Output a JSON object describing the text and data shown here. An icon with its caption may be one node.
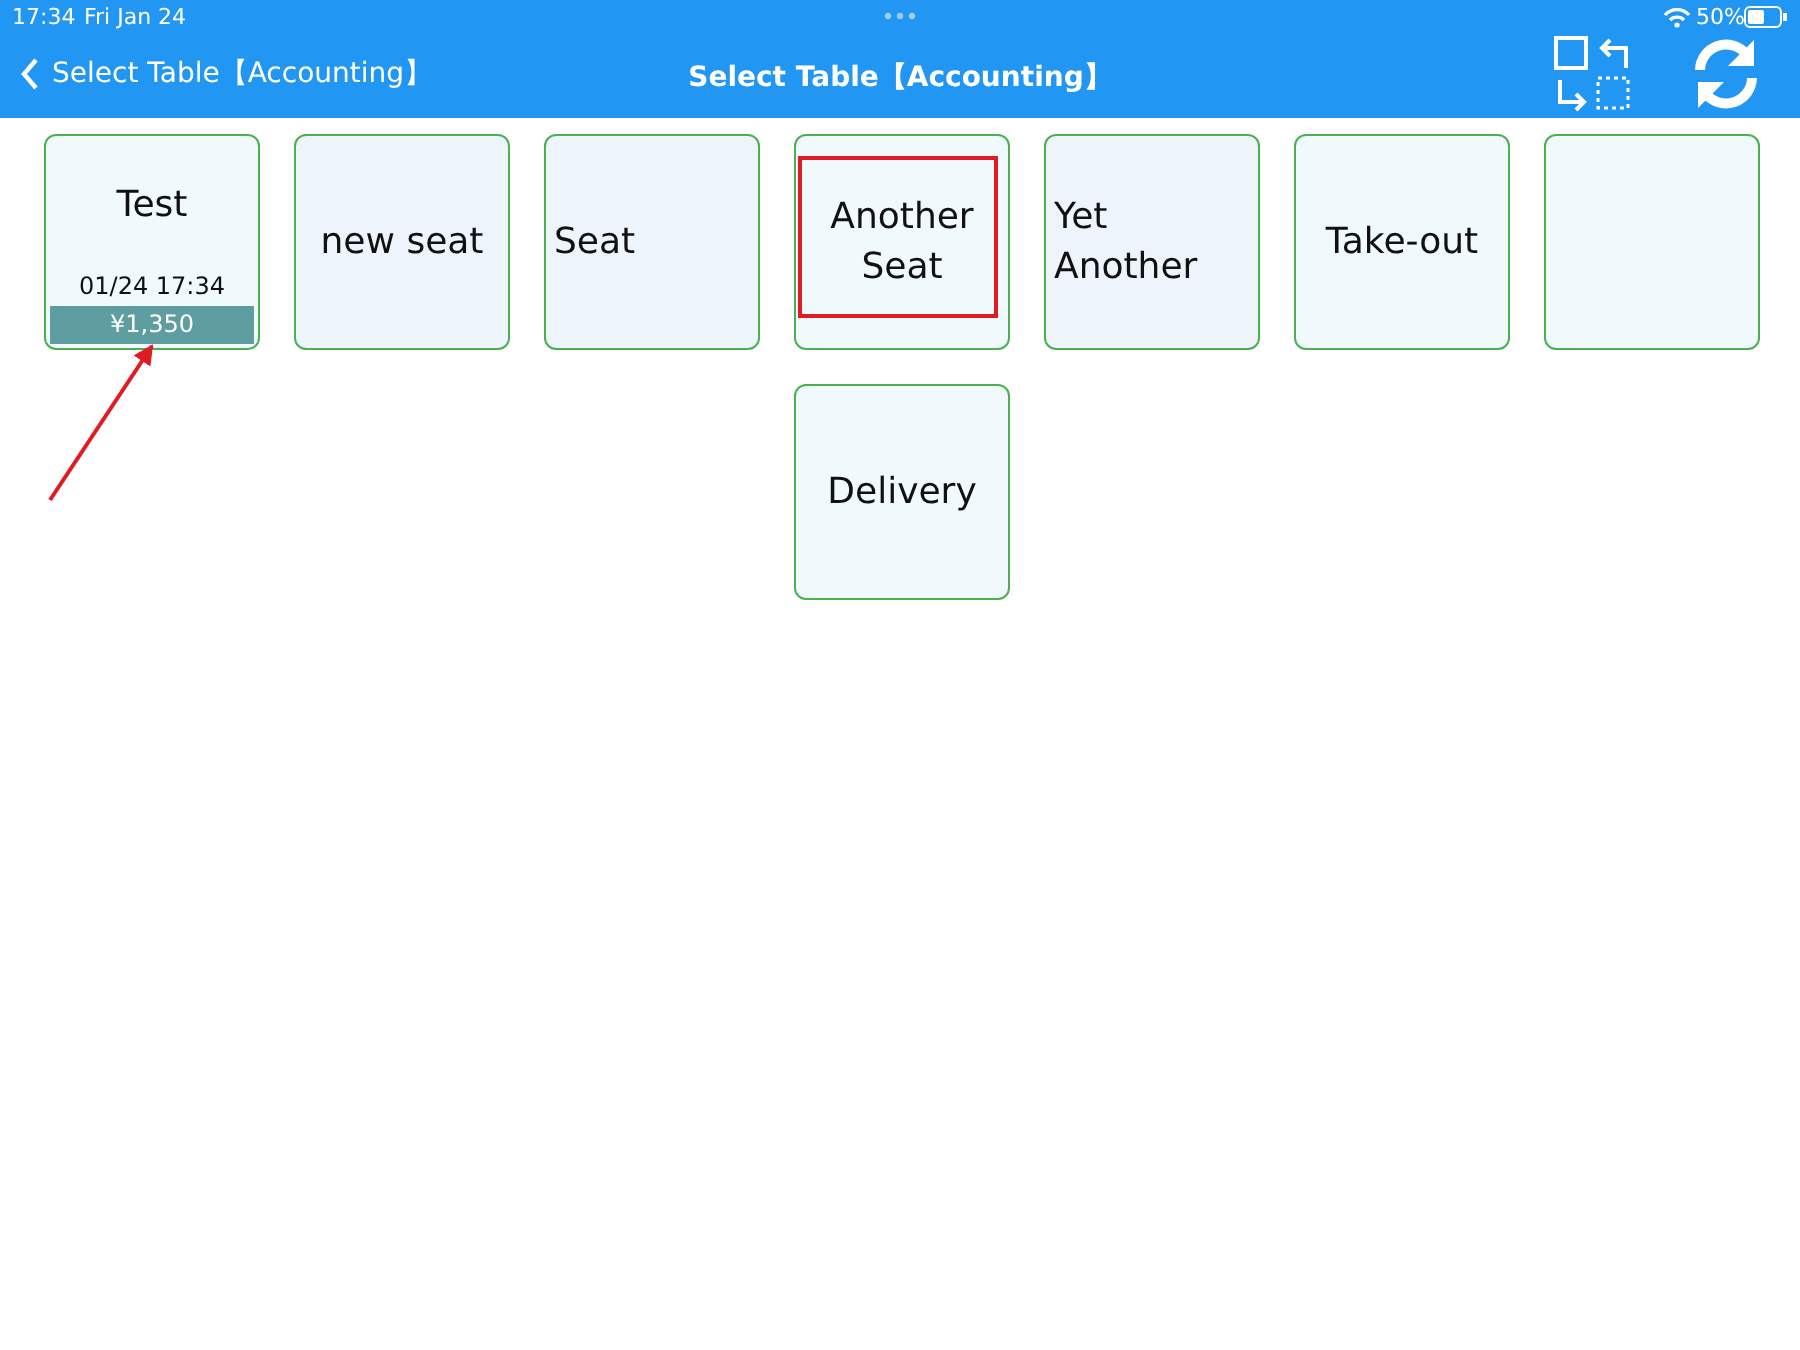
{
  "diagram": {
    "title": "Select Table【Accounting】",
    "nodes": [
      {
        "text": [
          "Test",
          "01/24 17:34"
        ]
      },
      {
        "text": [
          "¥1,350"
        ],
        "in": 0
      },
      {
        "text": [
          "new seat"
        ]
      },
      {
        "text": [
          "Seat"
        ]
      },
      {
        "text": [
          "Another Seat"
        ]
      },
      {
        "text": [
          "Yet Another"
        ]
      },
      {
        "text": [
          "Take-out"
        ]
      },
      {
        "text": [],
        "shape": "box"
      },
      {
        "text": [
          "Delivery"
        ]
      }
    ],
    "edges": [
      {
        "from": null,
        "to": 1,
        "arrow": "to"
      }
    ],
    "labels": [
      "17:34",
      "Fri Jan 24",
      "50%",
      "Select Table【Accounting】"
    ]
  }
}
